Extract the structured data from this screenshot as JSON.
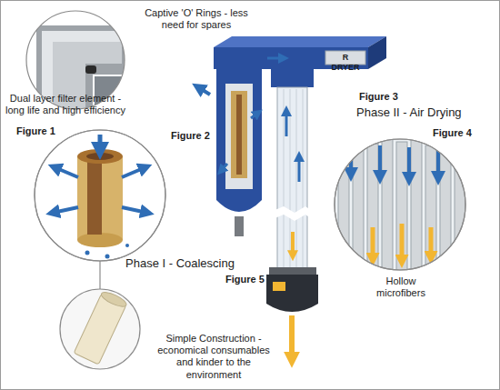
{
  "diagram": {
    "nodes": [
      {
        "text": [
          "Captive 'O' Rings - less need for spares"
        ]
      },
      {
        "text": [
          "Dual layer filter element - long life and high efficiency",
          "Figure 1"
        ]
      },
      {
        "text": [
          "Figure 4"
        ]
      }
    ],
    "labels": [
      "R DRYER",
      "Figure 2",
      "Figure 3",
      "Phase II - Air Drying",
      "Phase I - Coalescing",
      "Figure 5",
      "Hollow microfibers",
      "Simple Construction - economical consumables and kinder to the environment"
    ]
  }
}
